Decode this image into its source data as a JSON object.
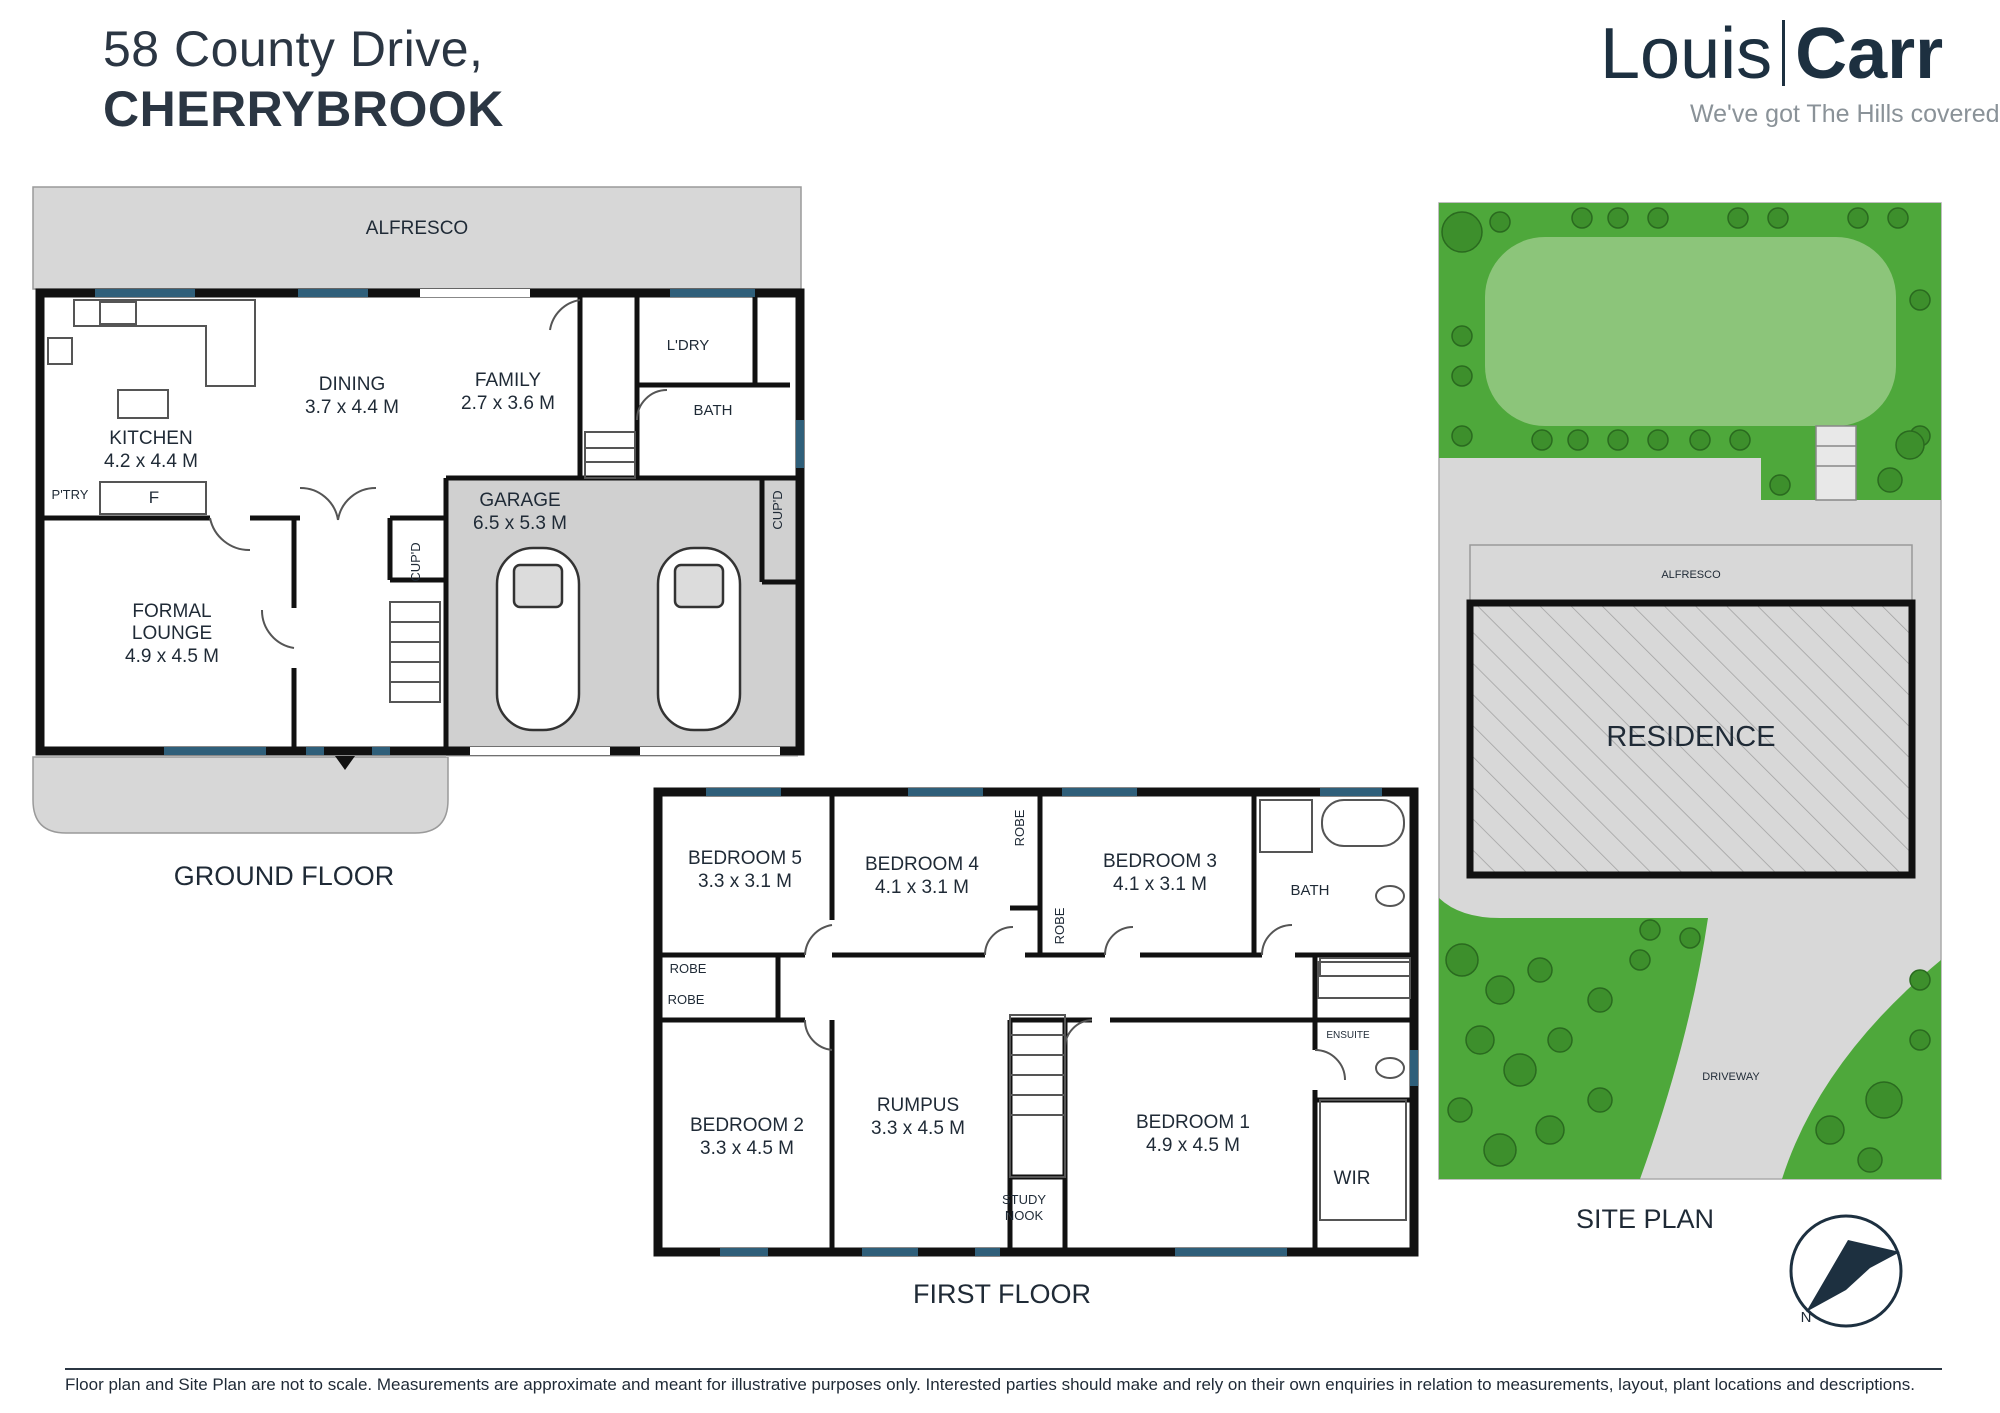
{
  "header": {
    "address_line1": "58 County Drive,",
    "address_line2": "CHERRYBROOK"
  },
  "brand": {
    "name_part1": "Louis",
    "name_part2": "Carr",
    "tagline": "We've got The Hills covered.",
    "color": "#1d3040"
  },
  "ground_floor": {
    "title": "GROUND FLOOR",
    "alfresco": "ALFRESCO",
    "kitchen": {
      "name": "KITCHEN",
      "size": "4.2 x 4.4 M"
    },
    "dining": {
      "name": "DINING",
      "size": "3.7 x 4.4 M"
    },
    "family": {
      "name": "FAMILY",
      "size": "2.7 x 3.6 M"
    },
    "laundry": "L'DRY",
    "bath": "BATH",
    "pantry": "P'TRY",
    "fridge": "F",
    "cupboard": "CUP'D",
    "garage": {
      "name": "GARAGE",
      "size": "6.5 x 5.3 M"
    },
    "formal_lounge": {
      "name_line1": "FORMAL",
      "name_line2": "LOUNGE",
      "size": "4.9 x 4.5 M"
    }
  },
  "first_floor": {
    "title": "FIRST FLOOR",
    "bedroom5": {
      "name": "BEDROOM 5",
      "size": "3.3 x 3.1 M"
    },
    "bedroom4": {
      "name": "BEDROOM 4",
      "size": "4.1 x 3.1 M"
    },
    "bedroom3": {
      "name": "BEDROOM 3",
      "size": "4.1 x 3.1 M"
    },
    "bedroom2": {
      "name": "BEDROOM 2",
      "size": "3.3 x 4.5 M"
    },
    "bedroom1": {
      "name": "BEDROOM 1",
      "size": "4.9 x 4.5 M"
    },
    "rumpus": {
      "name": "RUMPUS",
      "size": "3.3 x 4.5 M"
    },
    "robe": "ROBE",
    "bath": "BATH",
    "ensuite": "ENSUITE",
    "wir": "WIR",
    "study_line1": "STUDY",
    "study_line2": "NOOK"
  },
  "site_plan": {
    "title": "SITE PLAN",
    "alfresco": "ALFRESCO",
    "residence": "RESIDENCE",
    "driveway": "DRIVEWAY",
    "north": "N",
    "lawn_color": "#8cc57a",
    "garden_color": "#4ea83b"
  },
  "footer": {
    "disclaimer": "Floor plan and Site Plan are not to scale. Measurements are approximate and meant for illustrative purposes only.  Interested parties should make and rely on their own enquiries in relation to measurements, layout, plant locations and descriptions."
  }
}
